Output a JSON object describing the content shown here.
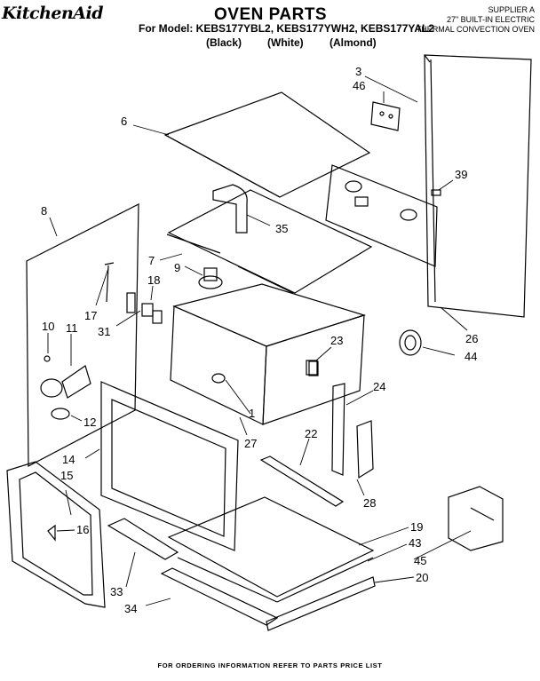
{
  "header": {
    "brand": "KitchenAid",
    "title": "OVEN PARTS",
    "model_line": "For Model: KEBS177YBL2, KEBS177YWH2, KEBS177YAL2",
    "colors": [
      "(Black)",
      "(White)",
      "(Almond)"
    ],
    "product_lines": [
      "SUPPLIER A",
      "27\" BUILT-IN ELECTRIC",
      "THERMAL CONVECTION OVEN"
    ]
  },
  "callouts": [
    "1",
    "3",
    "6",
    "8",
    "9",
    "10",
    "11",
    "12",
    "14",
    "15",
    "16",
    "17",
    "18",
    "19",
    "20",
    "22",
    "23",
    "24",
    "26",
    "27",
    "28",
    "31",
    "33",
    "34",
    "35",
    "39",
    "43",
    "44",
    "45",
    "46"
  ],
  "footer": "FOR ORDERING INFORMATION REFER TO PARTS PRICE LIST"
}
